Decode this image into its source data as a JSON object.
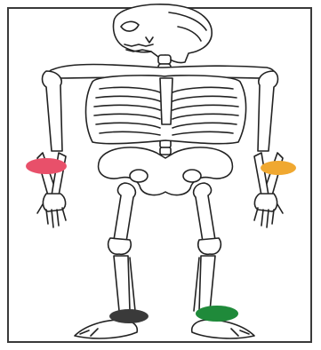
{
  "figure": {
    "subject": "full-body-skeleton",
    "line_color": "#222222",
    "bone_fill": "#ffffff",
    "frame_color": "#3a3a3a"
  },
  "electrodes": [
    {
      "id": "right-wrist",
      "color": "#e8506a"
    },
    {
      "id": "left-wrist",
      "color": "#f0a830"
    },
    {
      "id": "right-ankle",
      "color": "#3a3a3a"
    },
    {
      "id": "left-ankle",
      "color": "#1f8a3a"
    }
  ]
}
